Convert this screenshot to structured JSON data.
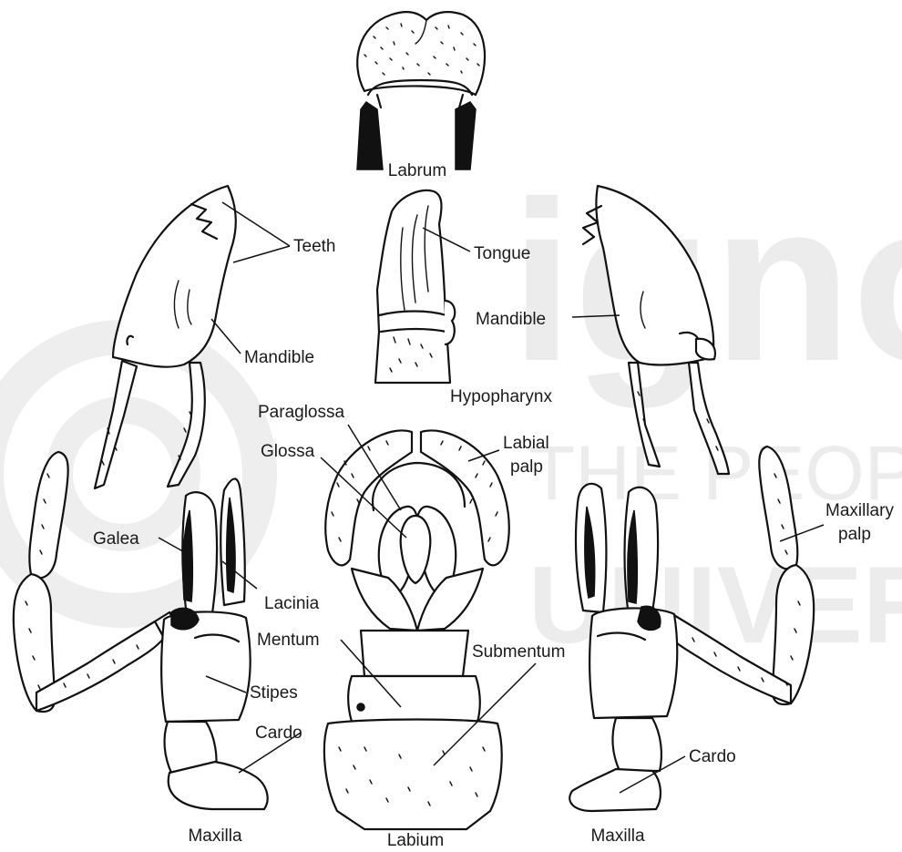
{
  "watermark": {
    "logo_text": "ignou",
    "line1": "THE PEOPLE'S",
    "line2": "UNIVERSITY"
  },
  "labels": {
    "labrum": "Labrum",
    "teeth": "Teeth",
    "tongue": "Tongue",
    "mandible_left": "Mandible",
    "mandible_right": "Mandible",
    "hypopharynx": "Hypopharynx",
    "paraglossa": "Paraglossa",
    "glossa": "Glossa",
    "labial_palp_1": "Labial",
    "labial_palp_2": "palp",
    "maxillary_palp_1": "Maxillary",
    "maxillary_palp_2": "palp",
    "galea": "Galea",
    "lacinia": "Lacinia",
    "mentum": "Mentum",
    "submentum": "Submentum",
    "stipes": "Stipes",
    "cardo_left": "Cardo",
    "cardo_right": "Cardo",
    "maxilla_left": "Maxilla",
    "labium": "Labium",
    "maxilla_right": "Maxilla"
  },
  "colors": {
    "ink": "#111111",
    "watermark": "#ececec"
  }
}
